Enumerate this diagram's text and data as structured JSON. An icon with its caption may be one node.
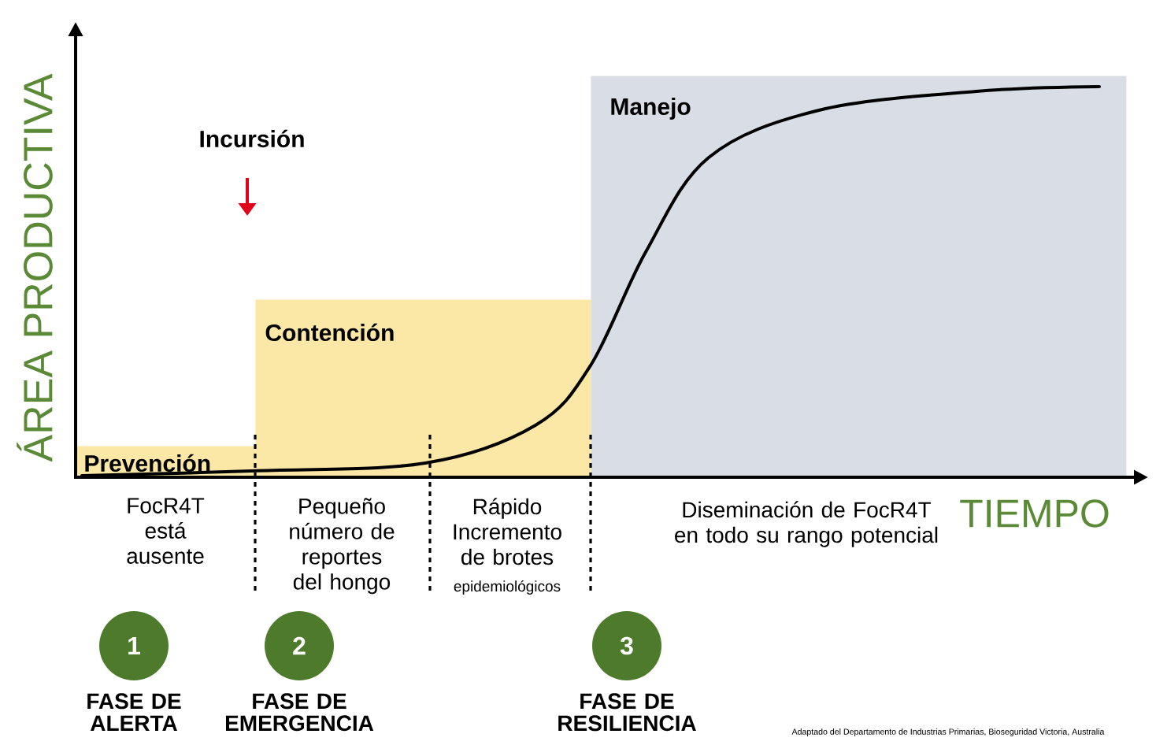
{
  "diagram": {
    "nodes": [
      {
        "text": [
          "Manejo"
        ]
      },
      {
        "text": [
          "Contención"
        ]
      },
      {
        "text": [
          "Prevención"
        ]
      },
      {
        "text": [
          "1"
        ],
        "beside": [
          "FASE DE ALERTA"
        ]
      },
      {
        "text": [
          "2"
        ],
        "beside": [
          "FASE DE EMERGENCIA"
        ]
      },
      {
        "text": [
          "3"
        ],
        "beside": [
          "FASE DE RESILIENCIA"
        ]
      }
    ],
    "labels": [
      "ÁREA PRODUCTIVA",
      "Incursión",
      "FocR4T está ausente",
      "Pequeño número de reportes del hongo",
      "Rápido Incremento de brotes",
      "epidemiológicos",
      "Diseminación de FocR4T en todo su rango potencial",
      "TIEMPO",
      "Adaptado del Departamento de Industrias Primarias, Bioseguridad Victoria, Australia"
    ]
  }
}
